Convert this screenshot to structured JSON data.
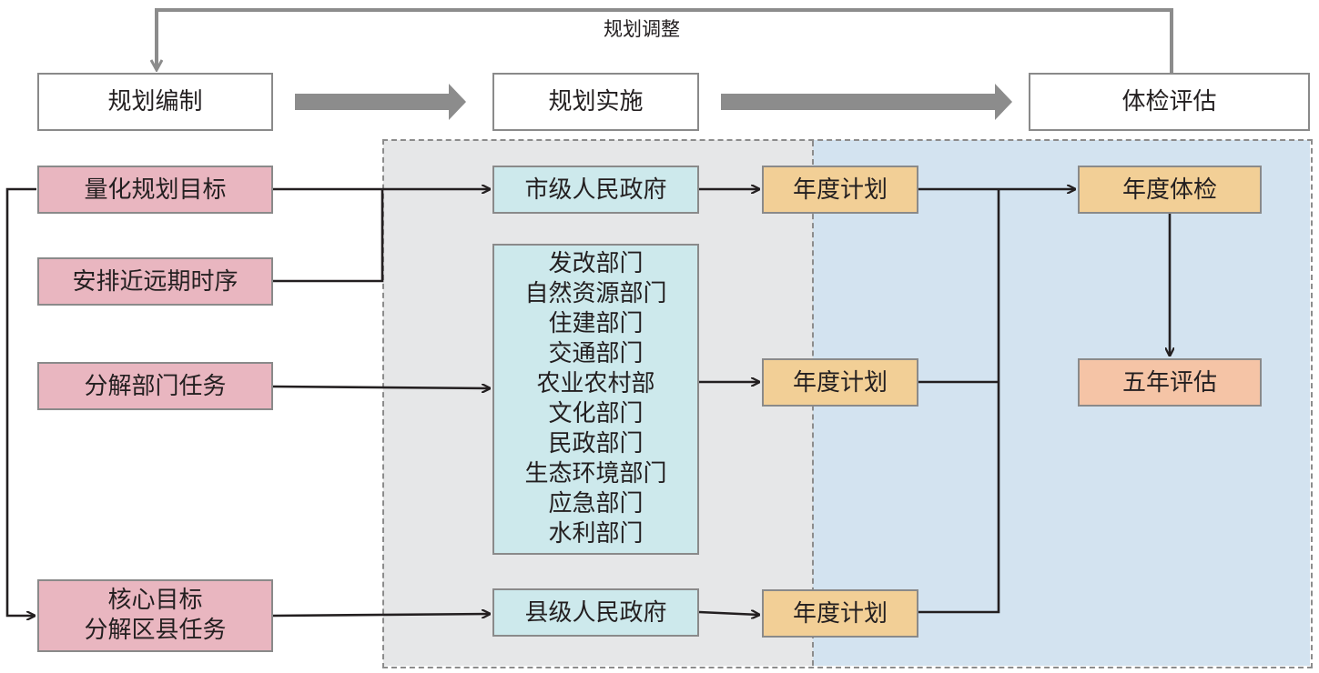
{
  "loop_label": "规划调整",
  "stages": {
    "compile": "规划编制",
    "implement": "规划实施",
    "evaluate": "体检评估"
  },
  "goals": {
    "quantify": "量化规划目标",
    "schedule": "安排近远期时序",
    "decompose_dept": "分解部门任务",
    "core_line1": "核心目标",
    "core_line2": "分解区县任务"
  },
  "governments": {
    "city": "市级人民政府",
    "county": "县级人民政府"
  },
  "departments": [
    "发改部门",
    "自然资源部门",
    "住建部门",
    "交通部门",
    "农业农村部",
    "文化部门",
    "民政部门",
    "生态环境部门",
    "应急部门",
    "水利部门"
  ],
  "annual_plans": [
    "年度计划",
    "年度计划",
    "年度计划"
  ],
  "evaluation": {
    "annual": "年度体检",
    "five_year": "五年评估"
  },
  "colors": {
    "goal_fill": "#e9b6c0",
    "government_fill": "#cde9ec",
    "plan_fill": "#f2cf96",
    "five_year_fill": "#f5c4a6",
    "implementation_zone": "#e6e7e8",
    "evaluation_zone": "#d3e3f0",
    "arrow_gray": "#8c8c8c",
    "line_dark": "#231f20"
  }
}
